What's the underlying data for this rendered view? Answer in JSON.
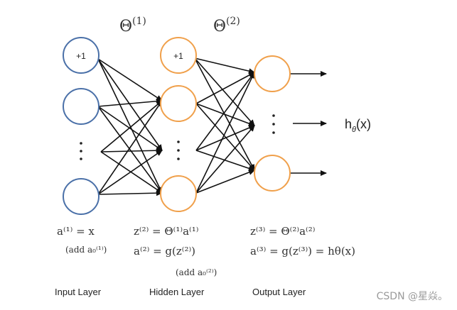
{
  "diagram": {
    "theta1_base": "Θ",
    "theta1_sup": "(1)",
    "theta2_base": "Θ",
    "theta2_sup": "(2)",
    "input_bias_label": "+1",
    "hidden_bias_label": "+1",
    "output_label_h": "h",
    "output_label_sub": "θ",
    "output_label_arg": "(x)",
    "input_eq": "a⁽¹⁾ = x",
    "input_add": "(add a₀⁽¹⁾)",
    "hidden_eq_z": "z⁽²⁾ = Θ⁽¹⁾a⁽¹⁾",
    "hidden_eq_a": "a⁽²⁾ = g(z⁽²⁾)",
    "hidden_add": "(add a₀⁽²⁾)",
    "output_eq_z": "z⁽³⁾ = Θ⁽²⁾a⁽²⁾",
    "output_eq_a": "a⁽³⁾ = g(z⁽³⁾) = hθ(x)",
    "input_layer_label": "Input Layer",
    "hidden_layer_label": "Hidden Layer",
    "output_layer_label": "Output Layer",
    "watermark": "CSDN @星焱。",
    "colors": {
      "input_node": "#4a70a8",
      "hidden_node": "#f0a04b",
      "output_node": "#f0a04b",
      "edge": "#111111",
      "text": "#333333"
    }
  }
}
